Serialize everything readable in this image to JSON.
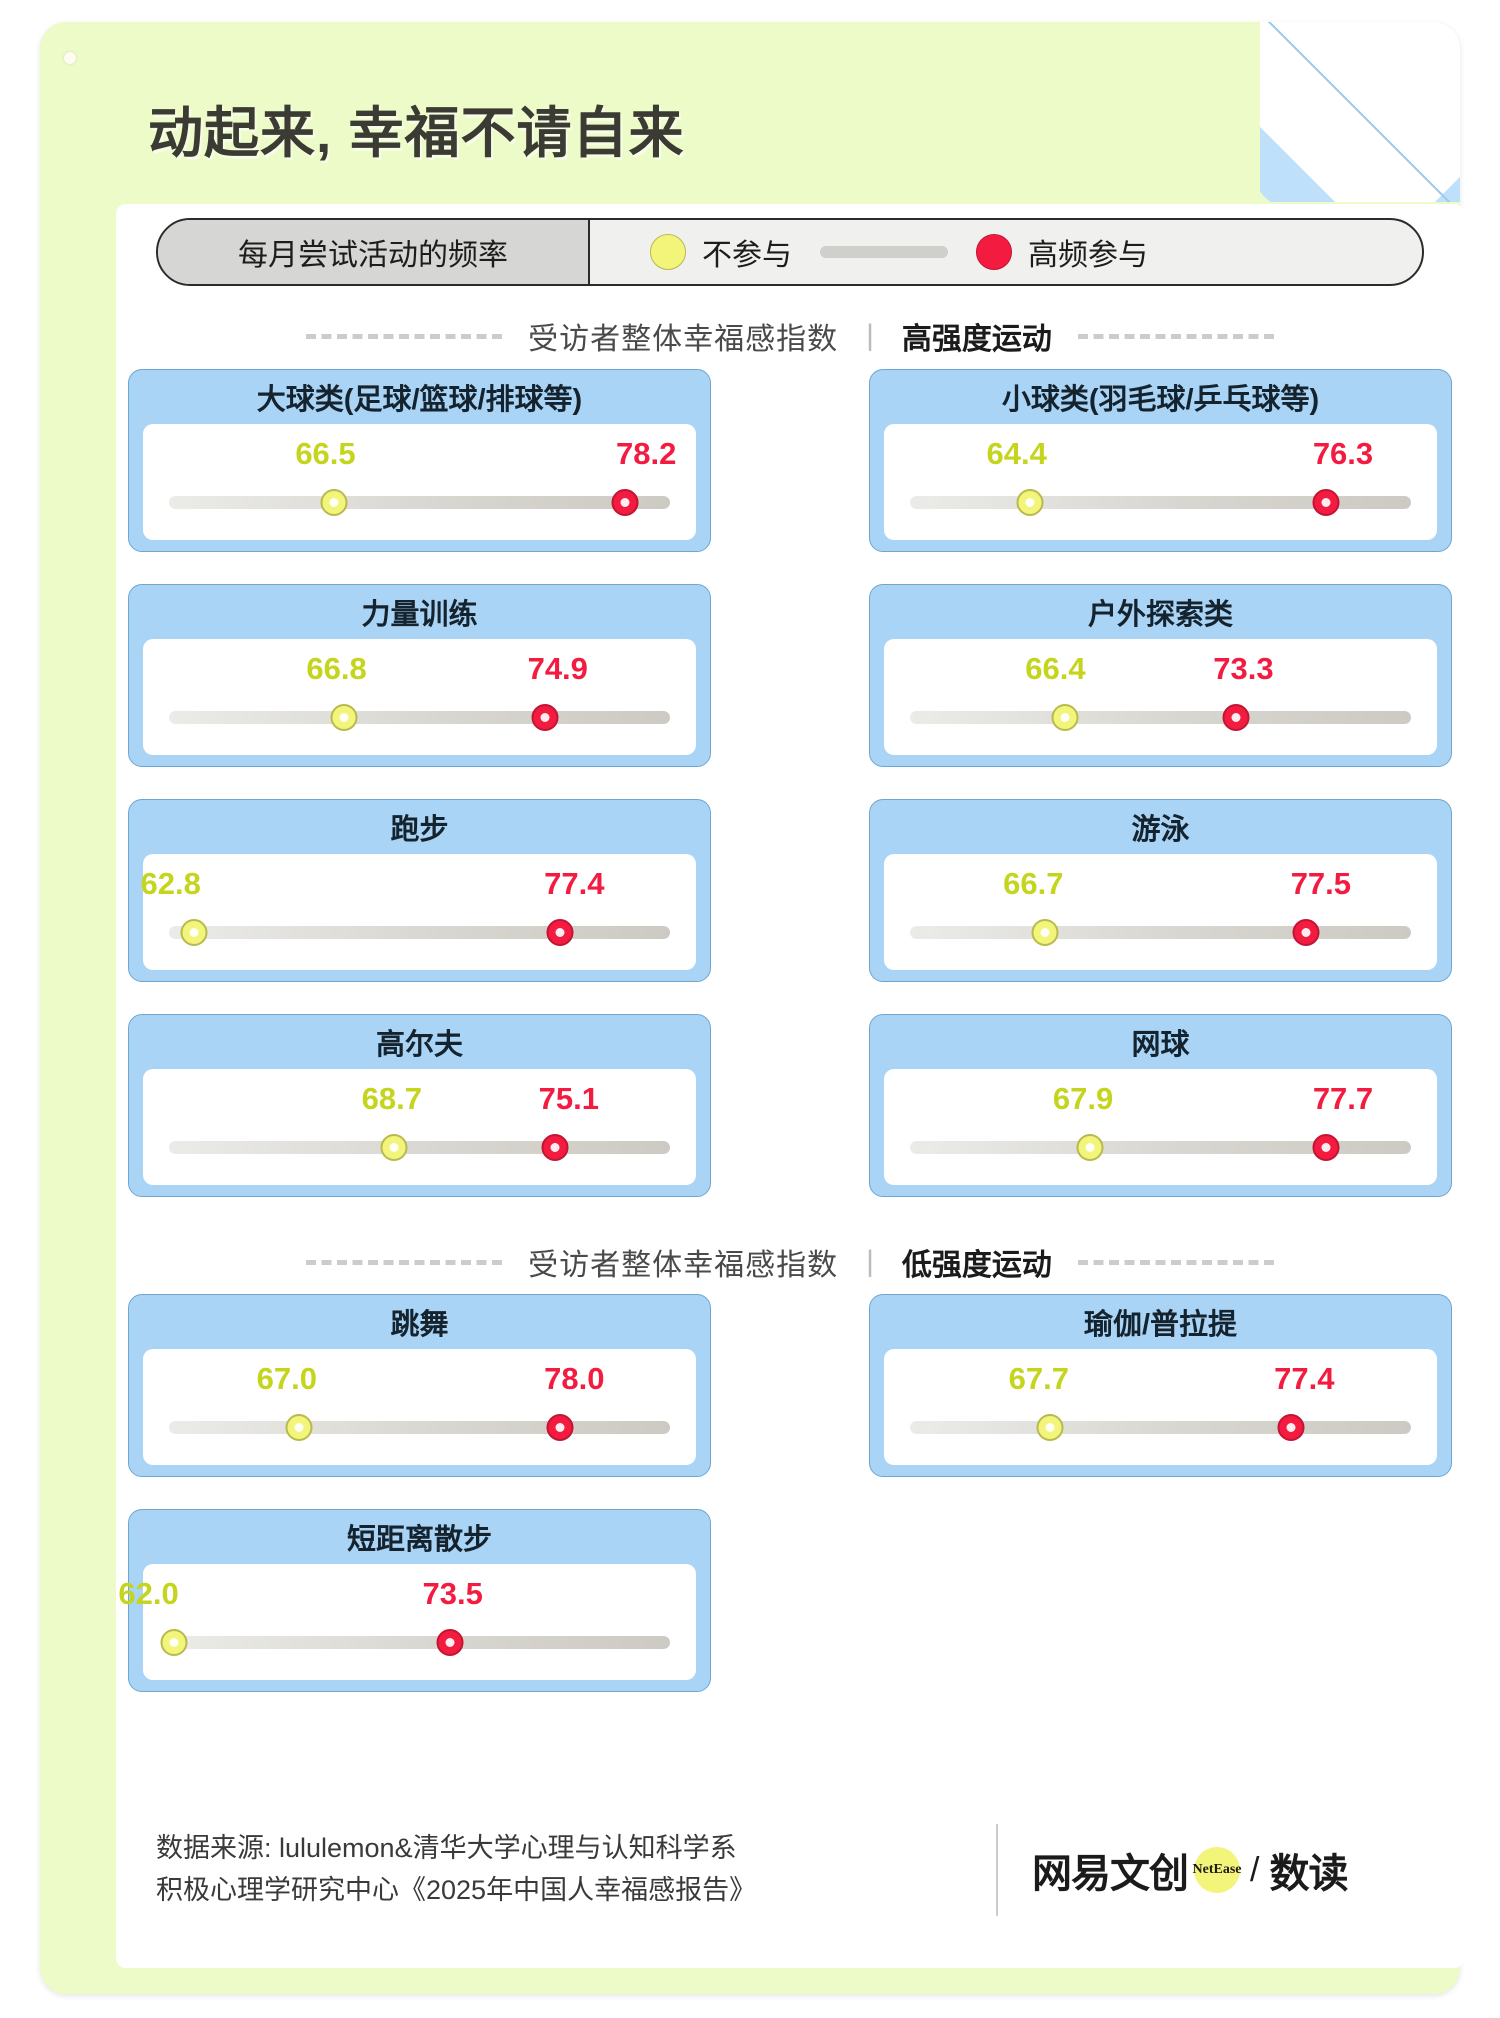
{
  "title": "动起来, 幸福不请自来",
  "legend": {
    "left_label": "每月尝试活动的频率",
    "low_label": "不参与",
    "high_label": "高频参与",
    "low_color": "#f3f57a",
    "high_color": "#f31b40"
  },
  "sections": [
    {
      "prefix": "受访者整体幸福感指数",
      "separator": "|",
      "emphasis": "高强度运动"
    },
    {
      "prefix": "受访者整体幸福感指数",
      "separator": "|",
      "emphasis": "低强度运动"
    }
  ],
  "footer": {
    "source_line1": "数据来源: lululemon&清华大学心理与认知科学系",
    "source_line2": "积极心理学研究中心《2025年中国人幸福感报告》",
    "brand_left": "网易文创",
    "brand_bubble": "NetEase",
    "brand_slash": "/",
    "brand_right": "数读"
  },
  "chart_data": {
    "type": "bar",
    "title": "动起来, 幸福不请自来",
    "subtitle": "受访者整体幸福感指数",
    "xlabel": "",
    "ylabel": "幸福感指数",
    "series": [
      {
        "name": "不参与",
        "color": "#c5d41c"
      },
      {
        "name": "高频参与",
        "color": "#f31b40"
      }
    ],
    "groups": [
      {
        "section": "高强度运动",
        "items": [
          {
            "label": "大球类(足球/篮球/排球等)",
            "low": 66.5,
            "high": 78.2
          },
          {
            "label": "小球类(羽毛球/乒乓球等)",
            "low": 64.4,
            "high": 76.3
          },
          {
            "label": "力量训练",
            "low": 66.8,
            "high": 74.9
          },
          {
            "label": "户外探索类",
            "low": 66.4,
            "high": 73.3
          },
          {
            "label": "跑步",
            "low": 62.8,
            "high": 77.4
          },
          {
            "label": "游泳",
            "low": 66.7,
            "high": 77.5
          },
          {
            "label": "高尔夫",
            "low": 68.7,
            "high": 75.1
          },
          {
            "label": "网球",
            "low": 67.9,
            "high": 77.7
          }
        ]
      },
      {
        "section": "低强度运动",
        "items": [
          {
            "label": "跳舞",
            "low": 67.0,
            "high": 78.0
          },
          {
            "label": "瑜伽/普拉提",
            "low": 67.7,
            "high": 77.4
          },
          {
            "label": "短距离散步",
            "low": 62.0,
            "high": 73.5
          }
        ]
      }
    ],
    "scale_min": 60.0,
    "scale_max": 80.0
  }
}
